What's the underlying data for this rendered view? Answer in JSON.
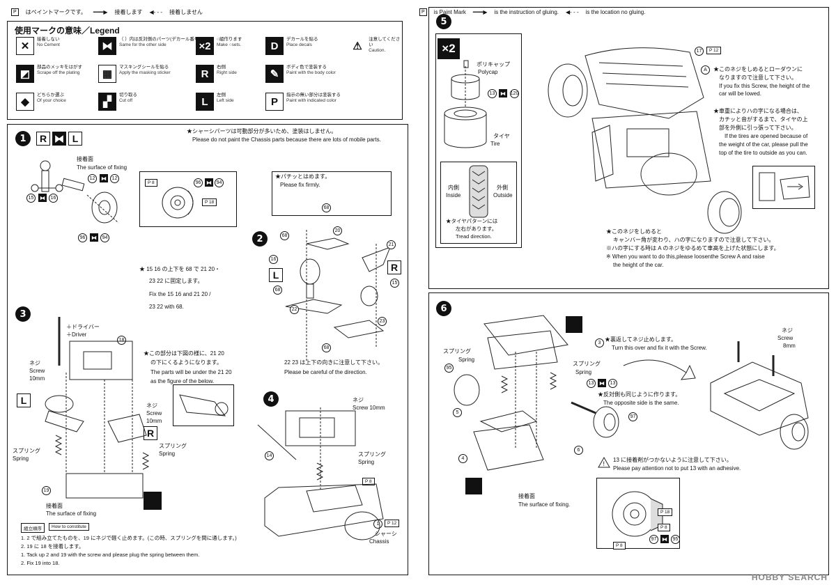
{
  "top_legend": {
    "paint_jp": "はペイントマークです。",
    "glue_jp": "接着します",
    "noglue_jp": "接着しません",
    "paint_en": "is Paint Mark",
    "glue_en": "is the instruction of gluing.",
    "noglue_en": "is the location no gluing."
  },
  "legend": {
    "title": "使用マークの意味／Legend",
    "items": [
      {
        "icon": "no-cement-icon",
        "jp": "接着しない",
        "en": "No Cement"
      },
      {
        "icon": "same-side-icon",
        "jp": "（ ）内は反対側のパーツ(デカール番号)",
        "en": "Same for the other side"
      },
      {
        "icon": "x2",
        "jp": "○組作ります",
        "en": "Make ○sets."
      },
      {
        "icon": "D",
        "jp": "デカールを貼る",
        "en": "Place decals"
      },
      {
        "icon": "caution-icon",
        "jp": "注意してください",
        "en": "Caution."
      },
      {
        "icon": "scrape-icon",
        "jp": "部品のメッキをはがす",
        "en": "Scrape off the plating"
      },
      {
        "icon": "masking-icon",
        "jp": "マスキングシールを貼る",
        "en": "Apply the masking sticker"
      },
      {
        "icon": "R",
        "jp": "右側",
        "en": "Right side"
      },
      {
        "icon": "body-color-icon",
        "jp": "ボディ色で塗装する",
        "en": "Paint with the body color"
      },
      {
        "icon": "choice-icon",
        "jp": "どちらか選ぶ",
        "en": "Of your choice"
      },
      {
        "icon": "cut-icon",
        "jp": "切り取る",
        "en": "Cut off"
      },
      {
        "icon": "L",
        "jp": "左側",
        "en": "Left side"
      },
      {
        "icon": "indicated-color-icon",
        "jp": "指示の無い部分は塗装する",
        "en": "Paint with indicated color"
      }
    ]
  },
  "step1": {
    "num": "1",
    "note_jp": "★シャーシパーツは可動部分が多いため、塗装はしません。",
    "note_en": "Please do not paint the Chassis parts because there are lots of mobile parts.",
    "fixing_jp": "接着面",
    "fixing_en": "The surface of fixing",
    "parts": [
      "12",
      "12",
      "15",
      "16",
      "96",
      "94",
      "96",
      "94",
      "8",
      "18"
    ]
  },
  "step2": {
    "num": "2",
    "fix_jp": "★パチッとはめます。",
    "fix_en": "Please fix firmly.",
    "instr1": "★ 15 16 の上下を 68 で 21 20・",
    "instr2": "23 22 に固定します。",
    "instr3": "Fix the 15 16 and 21 20 /",
    "instr4": "23 22 with 68.",
    "dir_jp": "22 23 は上下の向きに注意して下さい。",
    "dir_en": "Please be careful of the direction.",
    "parts": [
      "68",
      "20",
      "68",
      "16",
      "21",
      "15",
      "22",
      "23",
      "68",
      "68"
    ]
  },
  "step3": {
    "num": "3",
    "driver_jp": "＋ドライバー",
    "driver_en": "＋Driver",
    "screw_jp": "ネジ",
    "screw_en": "Screw",
    "screw_size": "10mm",
    "spring_jp": "スプリング",
    "spring_en": "Spring",
    "fixing_jp": "接着面",
    "fixing_en": "The surface of fixing",
    "note1": "★この部分は下図の様に、21 20",
    "note2": "の下にくるようになります。",
    "note3": "The parts will be under the 21 20",
    "note4": "as the figure of the below.",
    "order_label": "組立順序",
    "order_label_en": "How to constitute",
    "order1_jp": "1. 2 で組み立てたものを、19 にネジで軽く止めます。(この時、スプリングを間に通します。)",
    "order2_jp": "2. 19 に 18 を接着します。",
    "order1_en": "1. Tack up 2 and 19 with the screw and please plug the spring between them.",
    "order2_en": "2. Fix 19 into 18.",
    "parts": [
      "18",
      "19"
    ]
  },
  "step4": {
    "num": "4",
    "screw_jp": "ネジ",
    "screw_en": "Screw 10mm",
    "spring_jp": "スプリング",
    "spring_en": "Spring",
    "chassis_jp": "シャーシ",
    "chassis_en": "Chassis",
    "parts": [
      "14",
      "1"
    ]
  },
  "step5": {
    "num": "5",
    "polycap_jp": "ポリキャップ",
    "polycap_en": "Polycap",
    "tire_jp": "タイヤ",
    "tire_en": "Tire",
    "inside_jp": "内側",
    "inside_en": "Inside",
    "outside_jp": "外側",
    "outside_en": "Outside",
    "tread_jp": "★タイヤパターンには",
    "tread_jp2": "左右があります。",
    "tread_en": "Tread direction.",
    "a_jp1": "★このネジをしめるとローダウンに",
    "a_jp2": "なりますので注意して下さい。",
    "a_en1": "If you fix this Screw, the height of the",
    "a_en2": "car will be lowed.",
    "b_jp1": "★車重によりハの字になる場合は、",
    "b_jp2": "カチッと音がするまで、タイヤの上",
    "b_jp3": "部を外側に引っ張って下さい。",
    "b_en1": "If the tires are opened because of",
    "b_en2": "the weight of the car, please pull the",
    "b_en3": "top of the tire to outside as you can.",
    "c_jp1": "★このネジをしめると",
    "c_jp2": "キャンバー角が変わり、ハの字になりますので注意して下さい。",
    "c_jp3": "※ハの字にする時は A のネジをゆるめて車高を上げた状態にします。",
    "c_en1": "※ When you want to do this,please loosenthe Screw A and raise",
    "c_en2": "the height of the car.",
    "parts": [
      "13",
      "120",
      "17",
      "12",
      "A"
    ]
  },
  "step6": {
    "num": "6",
    "turn_jp": "★裏返してネジ止めします。",
    "turn_en": "Turn this over and fix it with the Screw.",
    "same_jp": "★反対側も同じように作ります。",
    "same_en": "The opposite side is the same.",
    "adh_jp": "13 に接着剤がつかないように注意して下さい。",
    "adh_en": "Please pay attention not to put 13 with an adhesive.",
    "screw_jp": "ネジ",
    "screw_en": "Screw",
    "screw_size": "8mm",
    "spring_jp": "スプリング",
    "spring_en": "Spring",
    "fixing_jp": "接着面",
    "fixing_en": "The surface of fixing.",
    "parts": [
      "3",
      "13",
      "13",
      "95",
      "5",
      "6",
      "4",
      "97",
      "97",
      "95",
      "18",
      "8"
    ]
  },
  "watermark": "HOBBY SEARCH"
}
